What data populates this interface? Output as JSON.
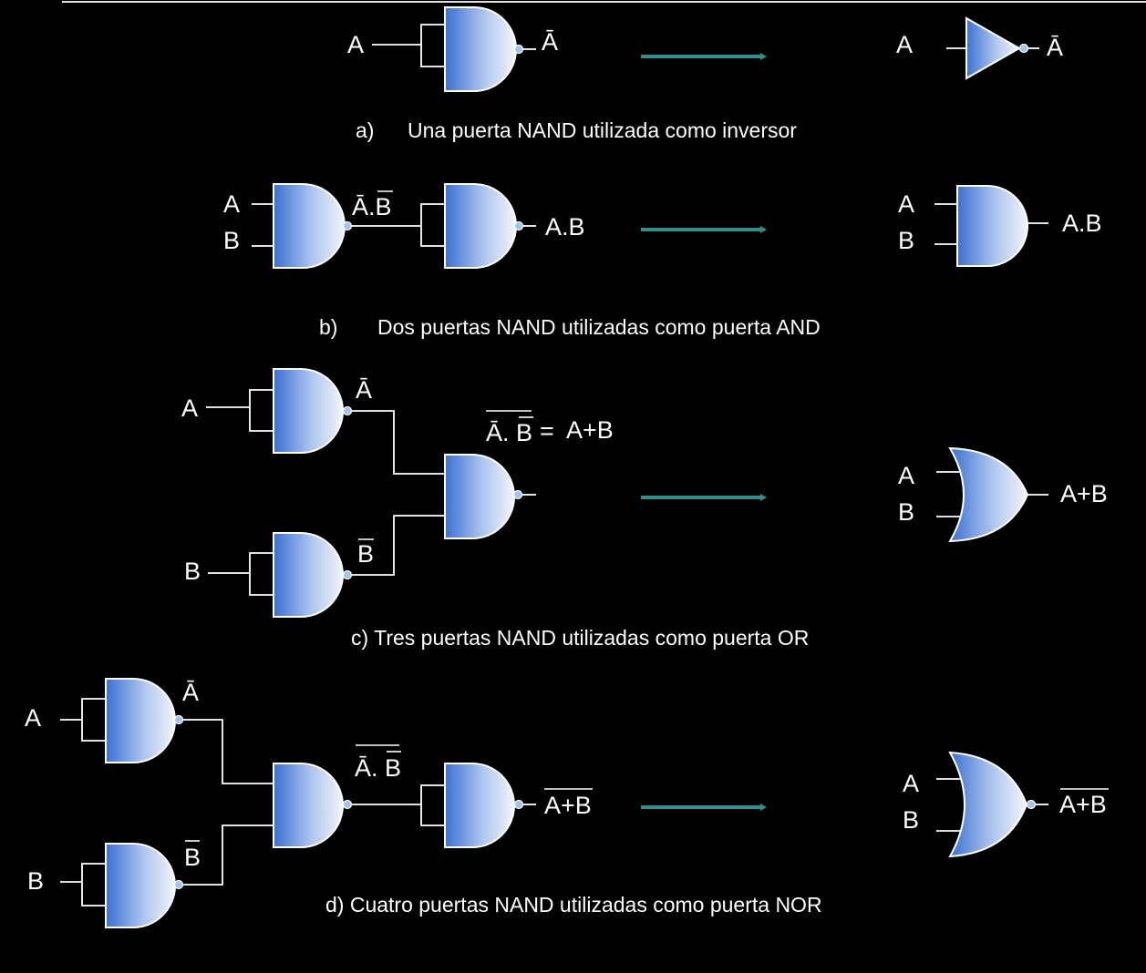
{
  "colors": {
    "background": "#000000",
    "gate_light": "#e8eefa",
    "gate_dark": "#3a6fd2",
    "arrow": "#2f8f8c",
    "text": "#ffffff"
  },
  "section_a": {
    "input": "A",
    "output": "Ā",
    "result_input": "A",
    "result_output": "Ā",
    "caption_letter": "a)",
    "caption": "Una puerta NAND utilizada como inversor"
  },
  "section_b": {
    "input_a": "A",
    "input_b": "B",
    "mid": "Ā.B",
    "output": "A.B",
    "result_a": "A",
    "result_b": "B",
    "result_output": "A.B",
    "caption_letter": "b)",
    "caption": "Dos puertas NAND utilizadas como puerta AND"
  },
  "section_c": {
    "input_a": "A",
    "input_b": "B",
    "not_a": "Ā",
    "not_b": "B",
    "expr_left": "Ā. B",
    "expr_eq": "=",
    "expr_right": "A+B",
    "result_a": "A",
    "result_b": "B",
    "result_output": "A+B",
    "caption": "c) Tres puertas NAND utilizadas como puerta OR"
  },
  "section_d": {
    "input_a": "A",
    "input_b": "B",
    "not_a": "Ā",
    "not_b": "B",
    "mid": "Ā. B",
    "output": "A+B",
    "result_a": "A",
    "result_b": "B",
    "result_output": "A+B",
    "caption": "d) Cuatro puertas NAND utilizadas como puerta NOR"
  }
}
